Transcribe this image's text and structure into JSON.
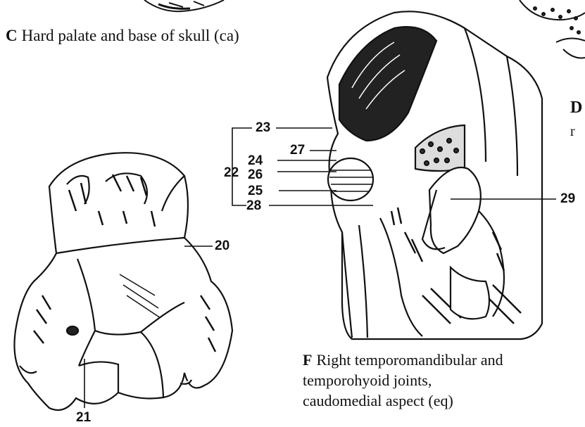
{
  "figure_c": {
    "letter": "C",
    "caption": "Hard palate and base of skull (ca)"
  },
  "figure_f": {
    "letter": "F",
    "caption_lines": [
      "Right temporomandibular and",
      "temporohyoid joints,",
      "caudomedial aspect (eq)"
    ]
  },
  "figure_d": {
    "letter": "D",
    "partial_text": "r"
  },
  "labels": {
    "l20": "20",
    "l21": "21",
    "l22": "22",
    "l23": "23",
    "l24": "24",
    "l25": "25",
    "l26": "26",
    "l27": "27",
    "l28": "28",
    "l29": "29"
  }
}
